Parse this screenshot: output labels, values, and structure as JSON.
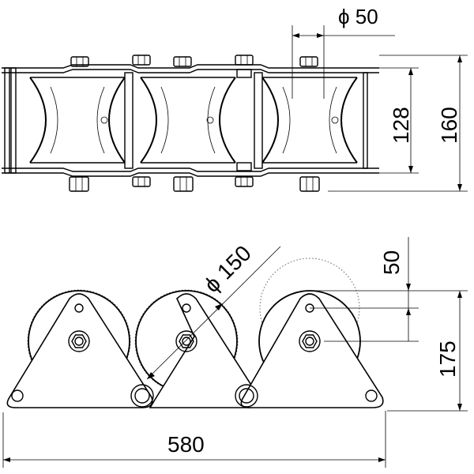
{
  "dimensions": {
    "pulley_diameter": "ϕ 50",
    "inner_height": "128",
    "outer_height": "160",
    "roller_diameter": "ϕ 150",
    "offset": "50",
    "height": "175",
    "total_length": "580"
  },
  "colors": {
    "line": "#000000",
    "background": "#ffffff",
    "hidden_line": "#555555"
  }
}
